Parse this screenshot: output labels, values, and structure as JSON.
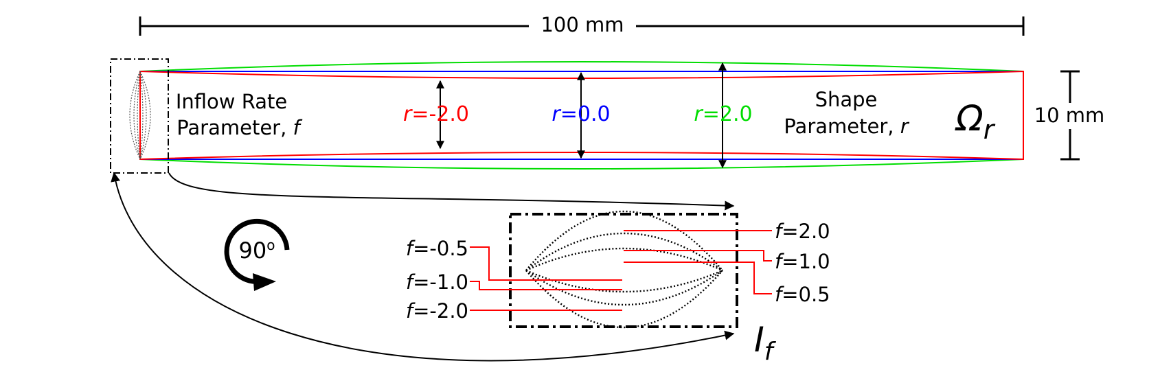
{
  "dimension": {
    "length": "100 mm",
    "height": "10 mm"
  },
  "labels": {
    "inflow_line1": "Inflow Rate",
    "inflow_line2": "Parameter, ",
    "inflow_var": "f",
    "shape_line1": "Shape",
    "shape_line2": "Parameter, ",
    "shape_var": "r",
    "omega": "Ω",
    "omega_sub": "r",
    "inflow_I": "I",
    "inflow_I_sub": "f",
    "rotation": "90",
    "rotation_sup": "o"
  },
  "shape_params": [
    {
      "var": "r",
      "value": "=-2.0",
      "color": "#ff0000"
    },
    {
      "var": "r",
      "value": "=0.0",
      "color": "#0000ff"
    },
    {
      "var": "r",
      "value": "=2.0",
      "color": "#00dd00"
    }
  ],
  "inflow_params_left": [
    {
      "var": "f",
      "value": "=-0.5"
    },
    {
      "var": "f",
      "value": "=-1.0"
    },
    {
      "var": "f",
      "value": "=-2.0"
    }
  ],
  "inflow_params_right": [
    {
      "var": "f",
      "value": "=2.0"
    },
    {
      "var": "f",
      "value": "=1.0"
    },
    {
      "var": "f",
      "value": "=0.5"
    }
  ],
  "colors": {
    "r_neg": "#ff0000",
    "r_zero": "#0000ff",
    "r_pos": "#00dd00",
    "leader": "#ff0000",
    "ink": "#000000"
  }
}
